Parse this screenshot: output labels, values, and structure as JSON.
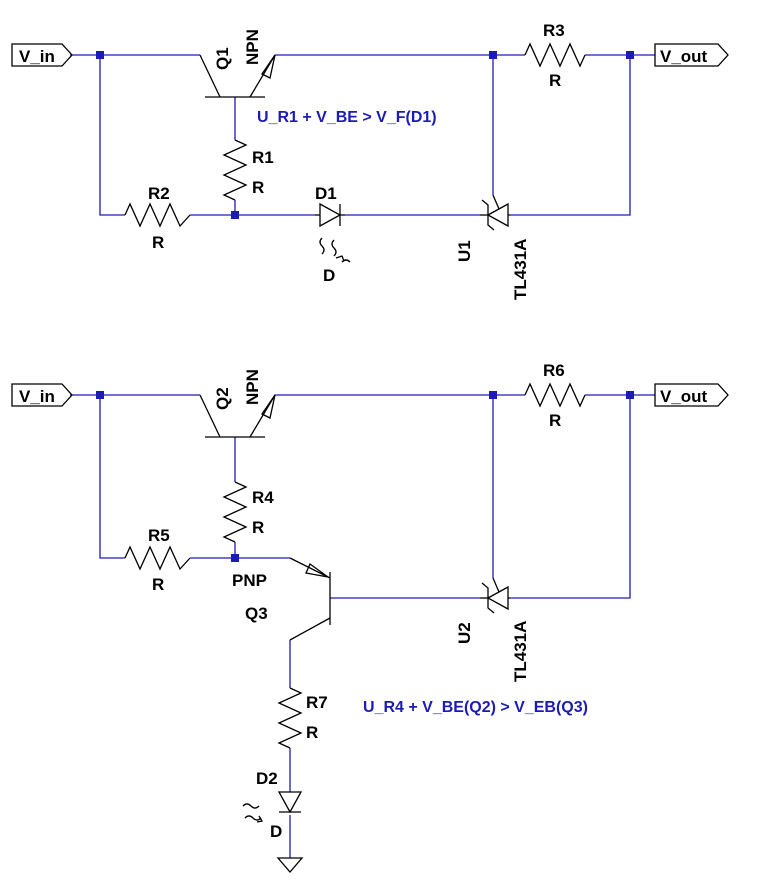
{
  "circuit1": {
    "port_in": "V_in",
    "port_out": "V_out",
    "q1_ref": "Q1",
    "q1_type": "NPN",
    "r1_ref": "R1",
    "r1_val": "R",
    "r2_ref": "R2",
    "r2_val": "R",
    "r3_ref": "R3",
    "r3_val": "R",
    "d1_ref": "D1",
    "d1_val": "D",
    "u1_ref": "U1",
    "u1_part": "TL431A",
    "note": "U_R1 + V_BE > V_F(D1)"
  },
  "circuit2": {
    "port_in": "V_in",
    "port_out": "V_out",
    "q2_ref": "Q2",
    "q2_type": "NPN",
    "q3_ref": "Q3",
    "q3_type": "PNP",
    "r4_ref": "R4",
    "r4_val": "R",
    "r5_ref": "R5",
    "r5_val": "R",
    "r6_ref": "R6",
    "r6_val": "R",
    "r7_ref": "R7",
    "r7_val": "R",
    "d2_ref": "D2",
    "d2_val": "D",
    "u2_ref": "U2",
    "u2_part": "TL431A",
    "note": "U_R4 + V_BE(Q2) > V_EB(Q3)"
  }
}
